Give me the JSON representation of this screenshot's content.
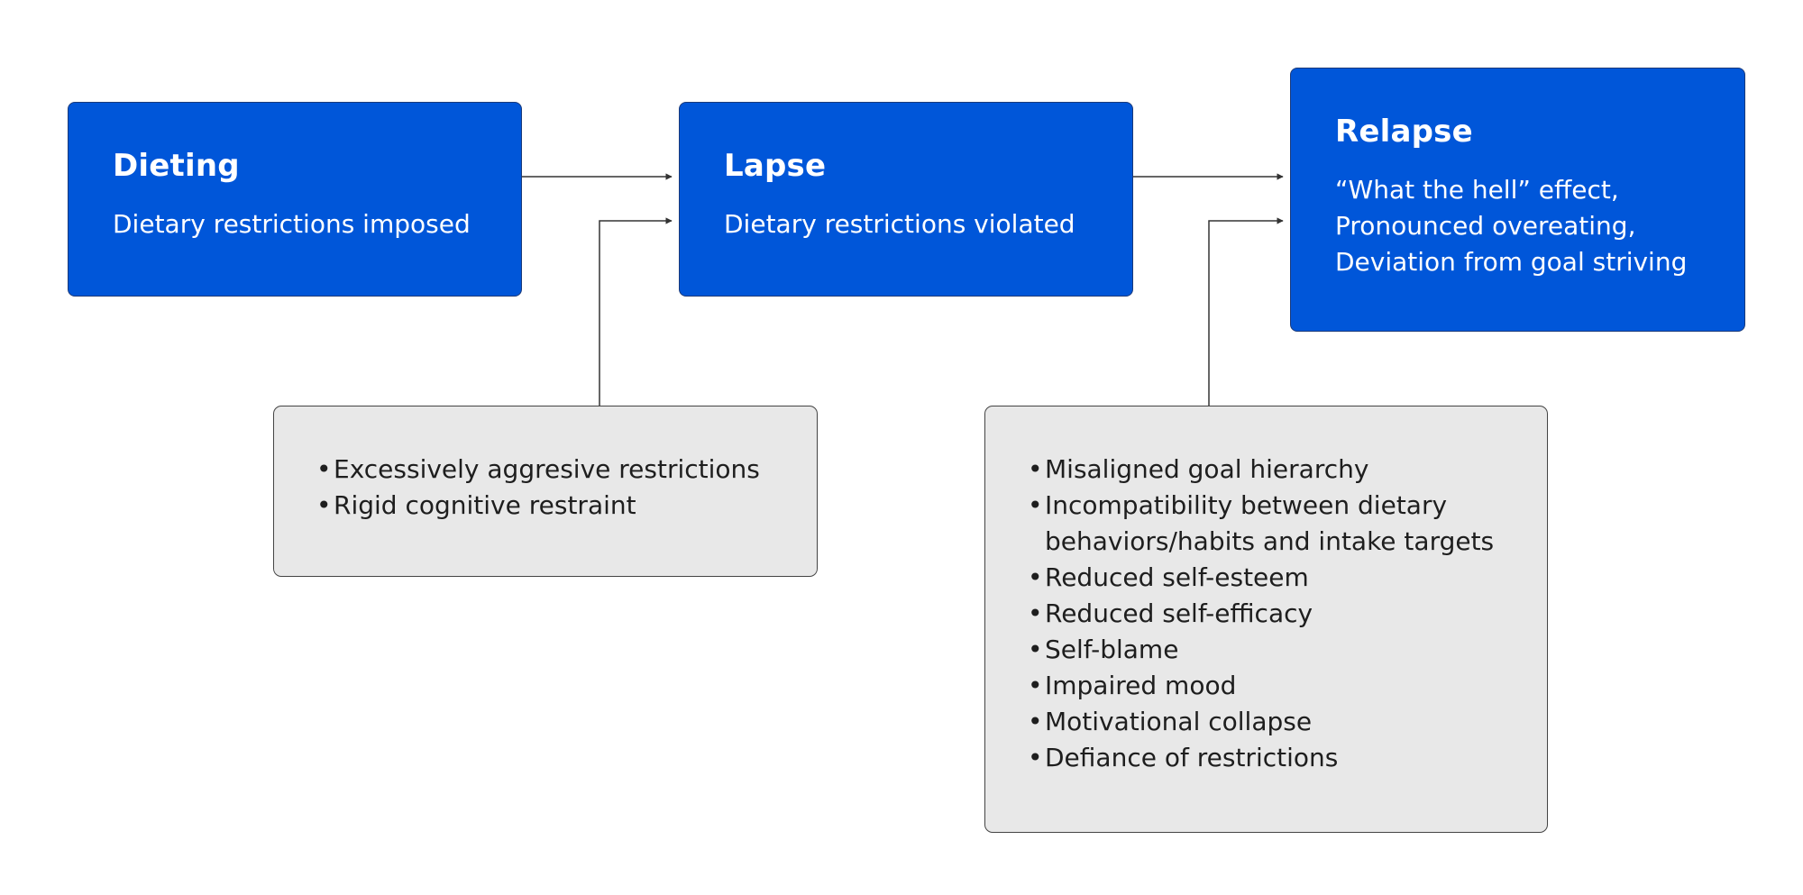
{
  "stages": [
    {
      "title": "Dieting",
      "lines": [
        "Dietary restrictions imposed"
      ]
    },
    {
      "title": "Lapse",
      "lines": [
        "Dietary restrictions violated"
      ]
    },
    {
      "title": "Relapse",
      "lines": [
        "“What the hell” effect,",
        "Pronounced overeating,",
        "Deviation from goal striving"
      ]
    }
  ],
  "factors": {
    "lapse": {
      "items": [
        "Excessively aggresive restrictions",
        "Rigid cognitive restraint"
      ]
    },
    "relapse": {
      "items": [
        "Misaligned goal hierarchy",
        "Incompatibility between dietary\nbehaviors/habits and intake targets",
        "Reduced self-esteem",
        "Reduced self-efficacy",
        "Self-blame",
        "Impaired mood",
        "Motivational collapse",
        "Defiance of restrictions"
      ]
    }
  },
  "bullet": "•",
  "colors": {
    "stage_fill": "#0056D9",
    "factor_fill": "#E8E8E8",
    "arrow": "#333333"
  }
}
